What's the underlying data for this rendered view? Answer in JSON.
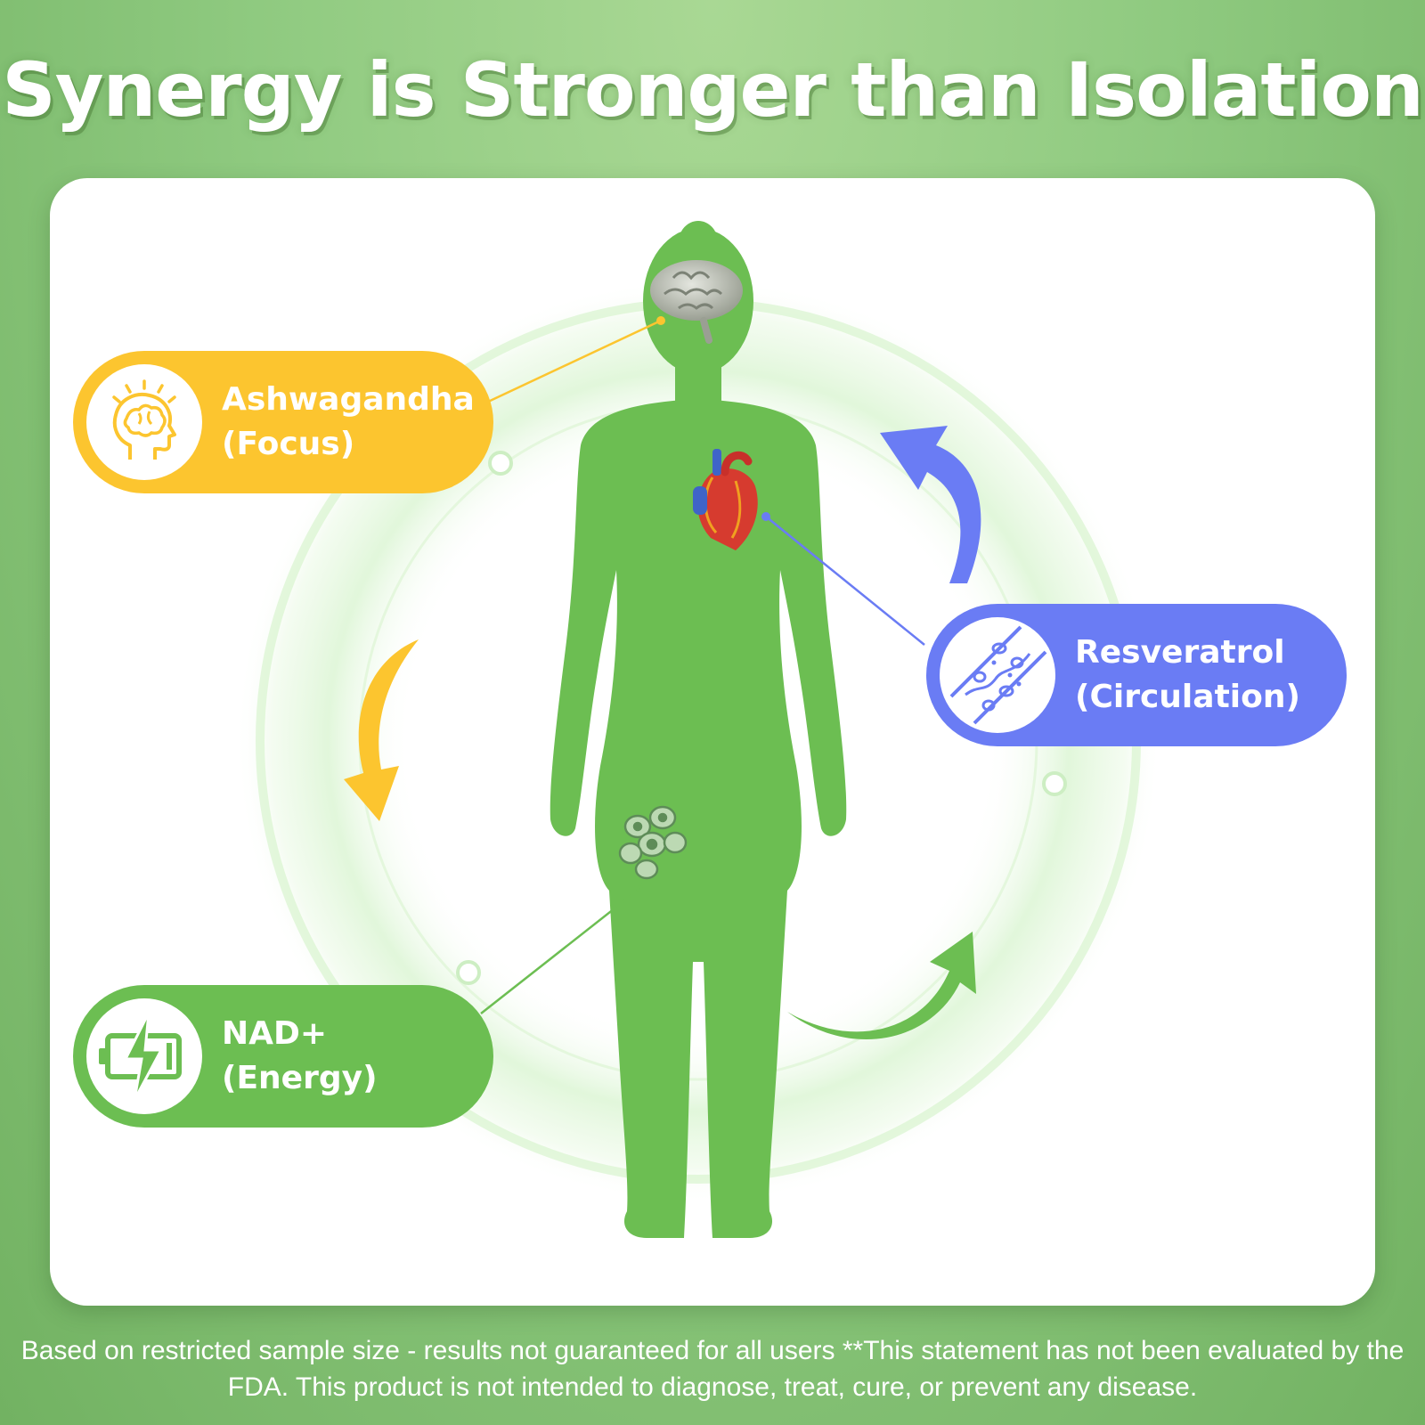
{
  "title": "Synergy is Stronger than Isolation",
  "colors": {
    "ashwagandha": "#fcc52f",
    "resveratrol": "#6a7cf4",
    "nad": "#6cbe52",
    "body": "#6cbe52",
    "background": "#8fca80"
  },
  "callouts": {
    "ashwagandha": {
      "label": "Ashwagandha\n(Focus)",
      "icon": "head-brain-icon",
      "target": "brain"
    },
    "resveratrol": {
      "label": "Resveratrol\n(Circulation)",
      "icon": "blood-vessel-icon",
      "target": "heart"
    },
    "nad": {
      "label": "NAD+ (Energy)",
      "icon": "battery-bolt-icon",
      "target": "cells"
    }
  },
  "disclaimer": "Based on restricted sample size - results not guaranteed for all users **This statement has not been evaluated by the FDA. This product is not intended to diagnose, treat, cure, or prevent any disease."
}
